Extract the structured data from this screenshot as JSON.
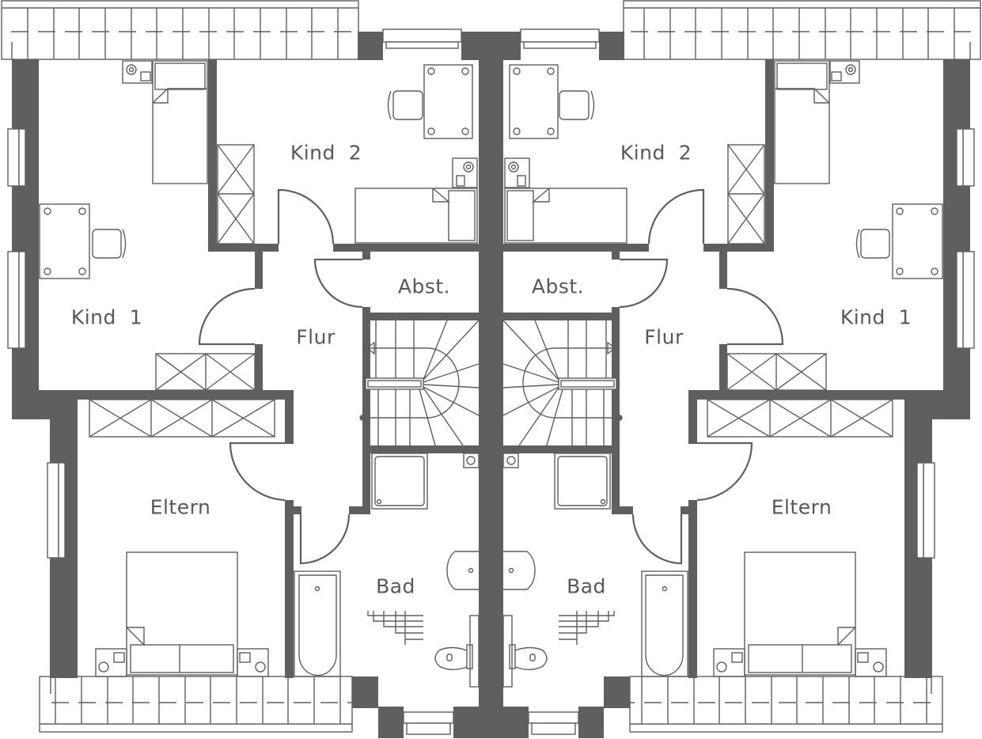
{
  "title": "Obergeschoss Doppelhaus",
  "colors": {
    "wall": "#5f5f5f",
    "background": "#ffffff"
  },
  "left_unit": {
    "rooms": {
      "kind2": "Kind  2",
      "kind1": "Kind  1",
      "abst": "Abst.",
      "flur": "Flur",
      "eltern": "Eltern",
      "bad": "Bad"
    }
  },
  "right_unit": {
    "rooms": {
      "kind2": "Kind  2",
      "kind1": "Kind  1",
      "abst": "Abst.",
      "flur": "Flur",
      "eltern": "Eltern",
      "bad": "Bad"
    }
  }
}
